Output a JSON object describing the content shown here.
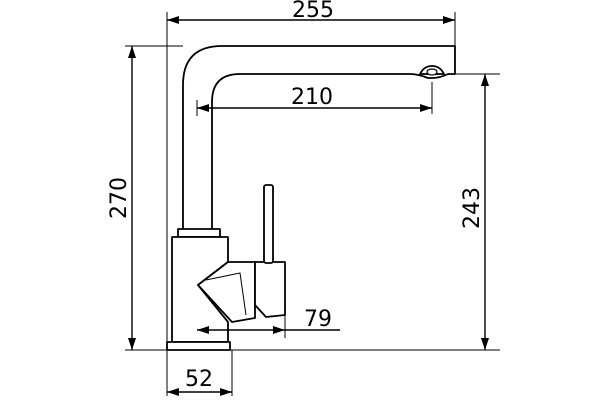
{
  "dimensions": {
    "overall_width": "255",
    "spout_reach": "210",
    "overall_height": "270",
    "outlet_height": "243",
    "handle_offset": "79",
    "base_diameter": "52"
  }
}
